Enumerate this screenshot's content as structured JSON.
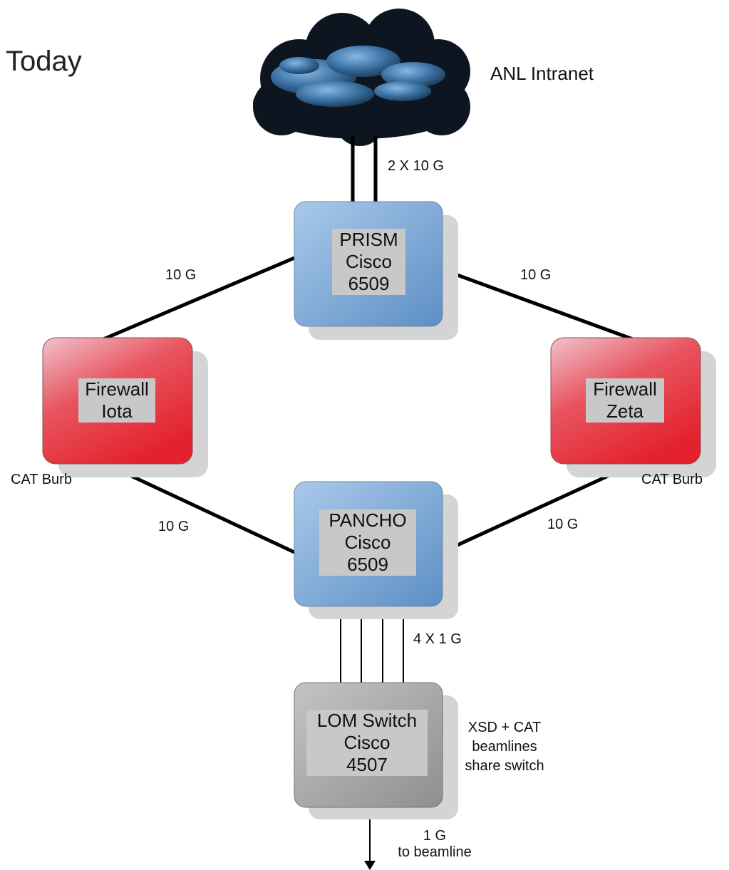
{
  "title": "Today",
  "cloud": {
    "label": "ANL Intranet",
    "uplink_label": "2 X 10 G"
  },
  "nodes": {
    "prism": {
      "line1": "PRISM",
      "line2": "Cisco",
      "line3": "6509"
    },
    "pancho": {
      "line1": "PANCHO",
      "line2": "Cisco",
      "line3": "6509"
    },
    "firewall_iota": {
      "line1": "Firewall",
      "line2": "Iota",
      "caption": "CAT Burb"
    },
    "firewall_zeta": {
      "line1": "Firewall",
      "line2": "Zeta",
      "caption": "CAT Burb"
    },
    "lom_switch": {
      "line1": "LOM Switch",
      "line2": "Cisco",
      "line3": "4507",
      "note_line1": "XSD + CAT",
      "note_line2": "beamlines",
      "note_line3": "share switch"
    }
  },
  "links": {
    "prism_iota": "10 G",
    "prism_zeta": "10 G",
    "iota_pancho": "10 G",
    "zeta_pancho": "10 G",
    "pancho_lom": "4 X 1 G",
    "lom_beamline_line1": "1 G",
    "lom_beamline_line2": "to beamline"
  },
  "colors": {
    "switch_blue": "#7aa6d4",
    "firewall_red": "#e8303a",
    "lom_gray": "#9e9e9e",
    "cloud_dark": "#0d1620",
    "cloud_blue": "#4f86b8",
    "link": "#000000"
  }
}
